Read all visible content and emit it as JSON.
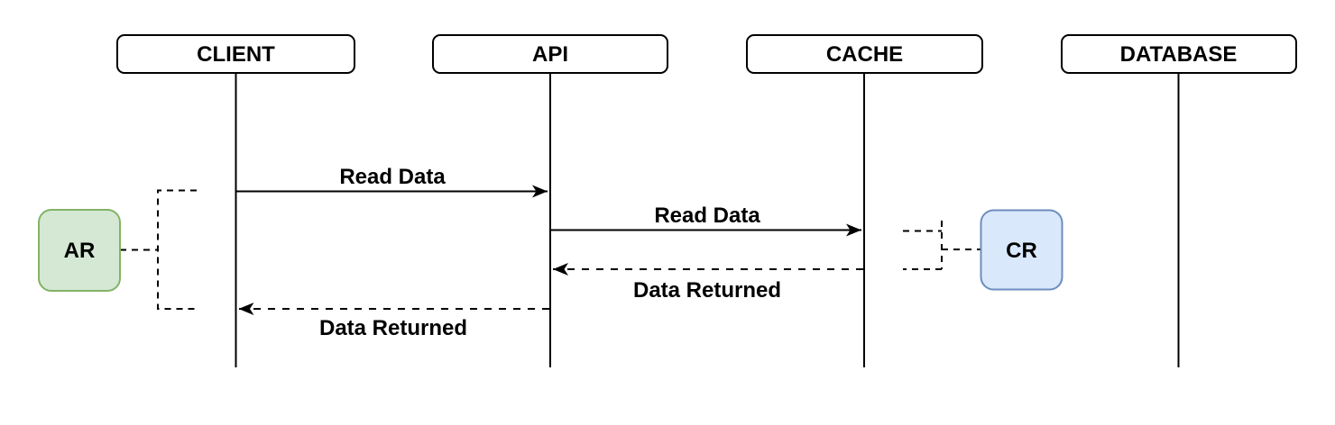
{
  "diagram": {
    "type": "sequence-diagram",
    "actors": [
      {
        "label": "CLIENT"
      },
      {
        "label": "API"
      },
      {
        "label": "CACHE"
      },
      {
        "label": "DATABASE"
      }
    ],
    "messages": [
      {
        "label": "Read Data",
        "from": "CLIENT",
        "to": "API",
        "line": "solid",
        "label_position": "above"
      },
      {
        "label": "Read Data",
        "from": "API",
        "to": "CACHE",
        "line": "solid",
        "label_position": "above"
      },
      {
        "label": "Data Returned",
        "from": "CACHE",
        "to": "API",
        "line": "dashed",
        "label_position": "below"
      },
      {
        "label": "Data Returned",
        "from": "API",
        "to": "CLIENT",
        "line": "dashed",
        "label_position": "below"
      }
    ],
    "annotations": [
      {
        "label": "AR",
        "fill": "#d5e8d4",
        "stroke": "#82b366",
        "attached_to": "CLIENT"
      },
      {
        "label": "CR",
        "fill": "#dae8fc",
        "stroke": "#6c8ebf",
        "attached_to": "CACHE"
      }
    ],
    "colors": {
      "line": "#000000",
      "actor_fill": "#ffffff",
      "background": "#ffffff"
    }
  }
}
